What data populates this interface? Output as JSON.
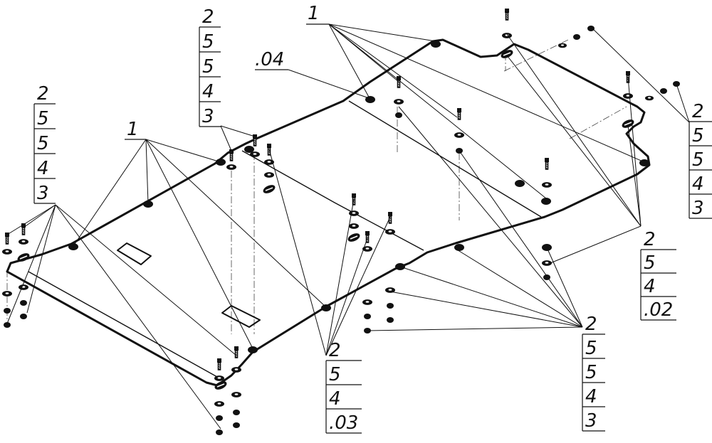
{
  "callouts": {
    "c1": [
      "1"
    ],
    "c2": [
      "1"
    ],
    "c3": [
      ".04"
    ],
    "c4": [
      "2",
      "5",
      "5",
      "4",
      "3"
    ],
    "c5": [
      "2",
      "5",
      "5",
      "4",
      "3"
    ],
    "c6": [
      "2",
      "5",
      "5",
      "4",
      "3"
    ],
    "c7": [
      "2",
      "5",
      "4",
      ".02"
    ],
    "c8": [
      "2",
      "5",
      "4",
      ".03"
    ],
    "c9": [
      "2",
      "5",
      "5",
      "4",
      "3"
    ]
  }
}
